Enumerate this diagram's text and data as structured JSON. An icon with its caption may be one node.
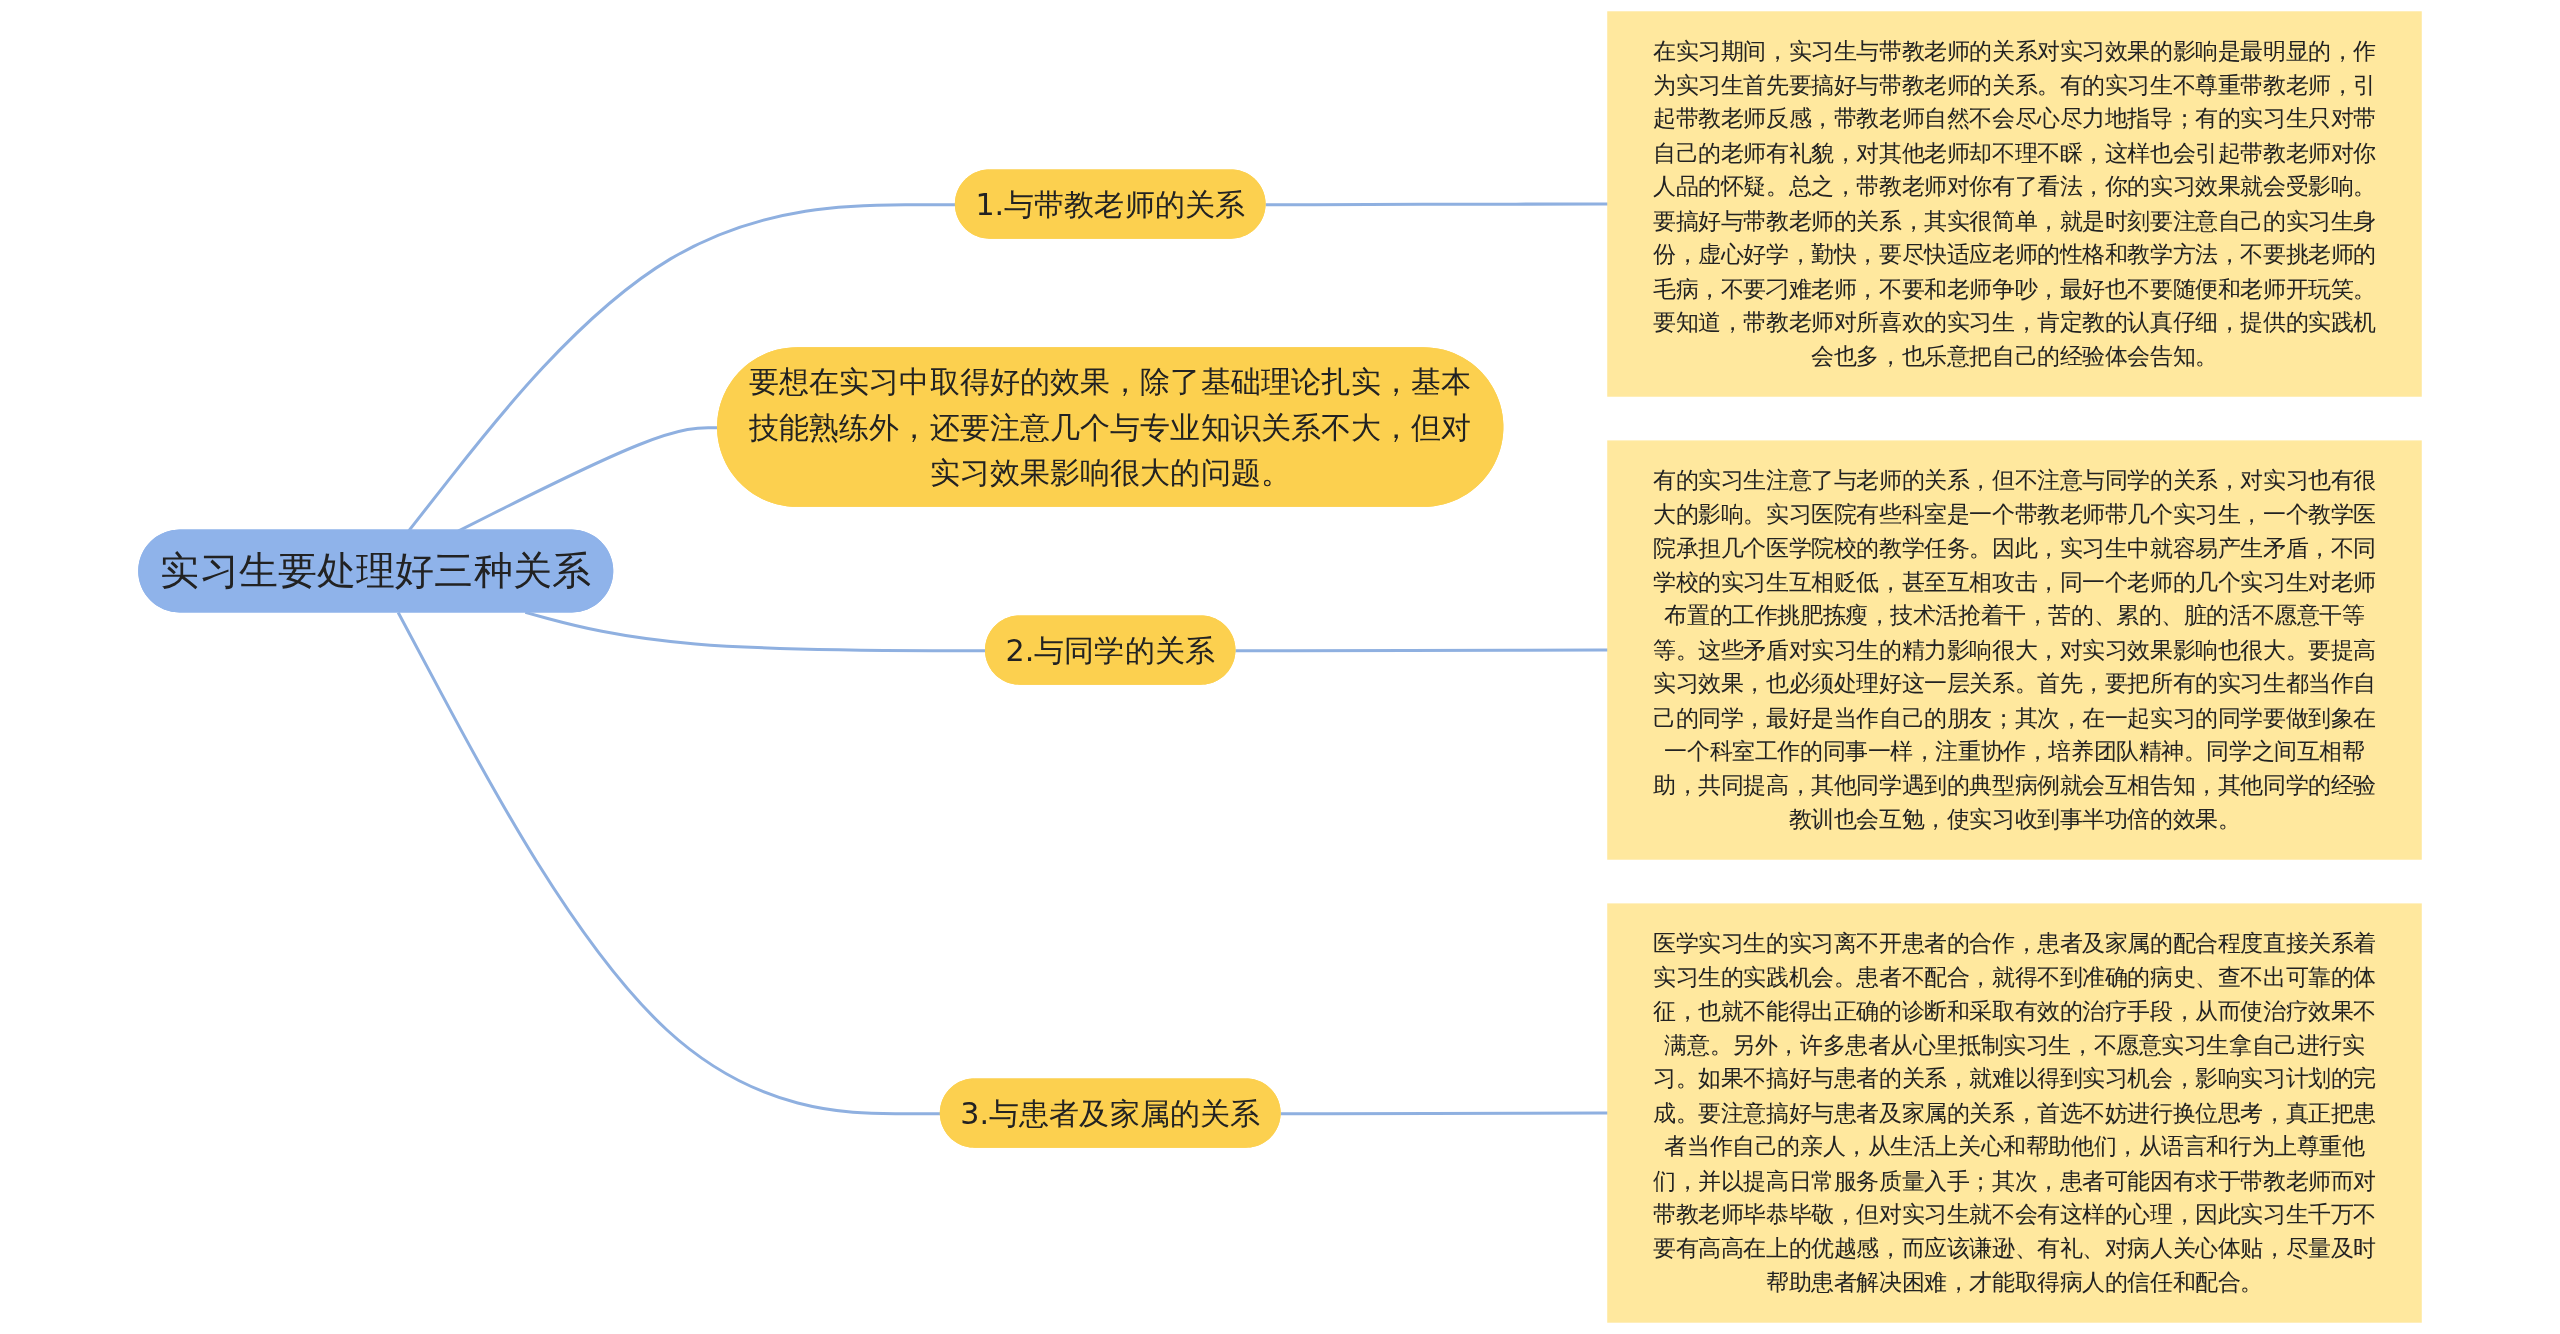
{
  "diagram": {
    "nodes": [
      {
        "text": [
          "实习生要处理好三种关系"
        ]
      },
      {
        "text": [
          "1.与带教老师的关系"
        ]
      },
      {
        "text": [
          "在实习期间，实习生与带教老师的关系对实习效果的影响是最明显的，作为实习生首先要搞好与带教老师的关系。有的实习生不尊重带教老师，引起带教老师反感，带教老师自然不会尽心尽力地指导；有的实习生只对带自己的老师有礼貌，对其他老师却不理不睬，这样也会引起带教老师对你人品的怀疑。总之，带教老师对你有了看法，你的实习效果就会受影响。要搞好与带教老师的关系，其实很简单，就是时刻要注意自己的实习生身份，虚心好学，勤快，要尽快适应老师的性格和教学方法，不要挑老师的毛病，不要刁难老师，不要和老师争吵，最好也不要随便和老师开玩笑。要知道，带教老师对所喜欢的实习生，肯定教的认真仔细，提供的实践机会也多，也乐意把自己的经验体会告知。"
        ]
      },
      {
        "text": [
          "要想在实习中取得好的效果，除了基础理论扎实，基本技能熟练外，还要注意几个与专业知识关系不大，但对实习效果影响很大的问题。"
        ]
      },
      {
        "text": [
          "2.与同学的关系"
        ]
      },
      {
        "text": [
          "有的实习生注意了与老师的关系，但不注意与同学的关系，对实习也有很大的影响。实习医院有些科室是一个带教老师带几个实习生，一个教学医院承担几个医学院校的教学任务。因此，实习生中就容易产生矛盾，不同学校的实习生互相贬低，甚至互相攻击，同一个老师的几个实习生对老师布置的工作挑肥拣瘦，技术活抢着干，苦的、累的、脏的活不愿意干等等。这些矛盾对实习生的精力影响很大，对实习效果影响也很大。要提高实习效果，也必须处理好这一层关系。首先，要把所有的实习生都当作自己的同学，最好是当作自己的朋友；其次，在一起实习的同学要做到象在一个科室工作的同事一样，注重协作，培养团队精神。同学之间互相帮助，共同提高，其他同学遇到的典型病例就会互相告知，其他同学的经验教训也会互勉，使实习收到事半功倍的效果。"
        ]
      },
      {
        "text": [
          "3.与患者及家属的关系"
        ]
      },
      {
        "text": [
          "医学实习生的实习离不开患者的合作，患者及家属的配合程度直接关系着实习生的实践机会。患者不配合，就得不到准确的病史、查不出可靠的体征，也就不能得出正确的诊断和采取有效的治疗手段，从而使治疗效果不满意。另外，许多患者从心里抵制实习生，不愿意实习生拿自己进行实习。如果不搞好与患者的关系，就难以得到实习机会，影响实习计划的完成。要注意搞好与患者及家属的关系，首选不妨进行换位思考，真正把患者当作自己的亲人，从生活上关心和帮助他们，从语言和行为上尊重他们，并以提高日常服务质量入手；其次，患者可能因有求于带教老师而对带教老师毕恭毕敬，但对实习生就不会有这样的心理，因此实习生千万不要有高高在上的优越感，而应该谦逊、有礼、对病人关心体贴，尽量及时帮助患者解决困难，才能取得病人的信任和配合。"
        ]
      }
    ],
    "edges": [
      {
        "from": 0,
        "to": 1,
        "arrow": "none"
      },
      {
        "from": 1,
        "to": 2,
        "arrow": "none"
      },
      {
        "from": 0,
        "to": 3,
        "arrow": "none"
      },
      {
        "from": 0,
        "to": 4,
        "arrow": "none"
      },
      {
        "from": 4,
        "to": 5,
        "arrow": "none"
      },
      {
        "from": 0,
        "to": 6,
        "arrow": "none"
      },
      {
        "from": 6,
        "to": 7,
        "arrow": "none"
      }
    ]
  }
}
